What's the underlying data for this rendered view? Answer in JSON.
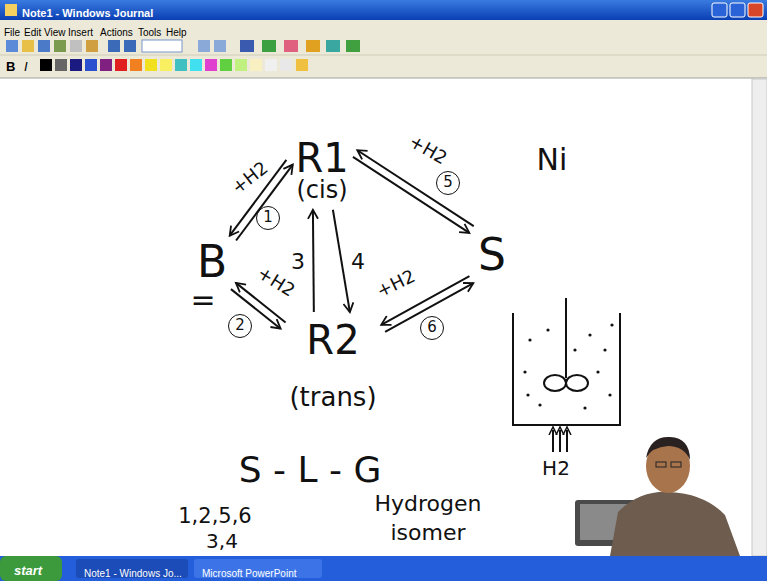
{
  "diagram": {
    "nodes": [
      {
        "text": [
          "R1",
          "(cis)"
        ]
      },
      {
        "text": [
          "B"
        ]
      },
      {
        "text": [
          "S"
        ]
      },
      {
        "text": [
          "R2",
          "(trans)"
        ]
      }
    ],
    "edges": [
      {
        "from": 1,
        "to": 0,
        "arrow": "both",
        "label": "+H2"
      },
      {
        "from": 1,
        "to": 3,
        "arrow": "both",
        "label": "+H2"
      },
      {
        "from": 3,
        "to": 0,
        "arrow": "to",
        "label": "3"
      },
      {
        "from": 0,
        "to": 3,
        "arrow": "to",
        "label": "4"
      },
      {
        "from": 0,
        "to": 2,
        "arrow": "both",
        "label": "+H2"
      },
      {
        "from": 3,
        "to": 2,
        "arrow": "both",
        "label": "+H2"
      }
    ],
    "labels": [
      "Note1 - Windows Journal",
      "File",
      "Edit",
      "View",
      "Insert",
      "Actions",
      "Tools",
      "Help",
      "B",
      "I",
      "=",
      "1",
      "2",
      "5",
      "6",
      "Ni",
      "S - L - G",
      "1,2,5,6",
      "3,4",
      "Hydrogen",
      "isomer",
      "H2",
      "start",
      "Note1 - Windows Jo...",
      "Microsoft PowerPoint"
    ]
  }
}
